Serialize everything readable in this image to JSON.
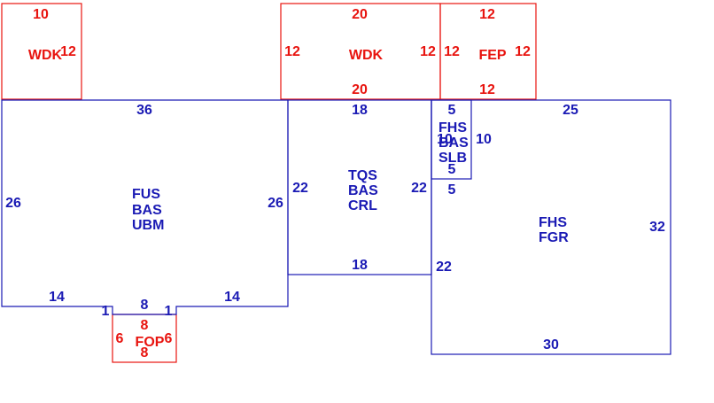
{
  "colors": {
    "deck": "#e8140f",
    "building": "#1a1ab4",
    "background": "#ffffff"
  },
  "areas": {
    "wdk_left": {
      "code": "WDK",
      "top": "10",
      "right": "12"
    },
    "wdk_mid": {
      "code": "WDK",
      "top": "20",
      "left": "12",
      "right": "12",
      "bottom": "20"
    },
    "fep": {
      "code": "FEP",
      "top": "12",
      "left": "12",
      "right": "12",
      "bottom": "12"
    },
    "fus": {
      "line1": "FUS",
      "line2": "BAS",
      "line3": "UBM",
      "top": "36",
      "left": "26",
      "right": "26",
      "bottom_left": "14",
      "bottom_right": "14",
      "notch_left": "1",
      "notch_right": "1",
      "notch_top": "8"
    },
    "tqs": {
      "line1": "TQS",
      "line2": "BAS",
      "line3": "CRL",
      "top": "18",
      "left": "22",
      "right": "22",
      "bottom": "18"
    },
    "fhs_small": {
      "line1": "FHS",
      "line2": "BAS",
      "line3": "SLB",
      "top": "5",
      "left": "10",
      "right": "10",
      "inner_bottom": "5",
      "bottom": "5"
    },
    "fhs_fgr": {
      "line1": "FHS",
      "line2": "FGR",
      "top": "25",
      "right": "32",
      "left": "22",
      "bottom": "30"
    },
    "fop": {
      "code": "FOP",
      "top": "8",
      "bottom": "8",
      "left": "6",
      "right": "6"
    }
  }
}
